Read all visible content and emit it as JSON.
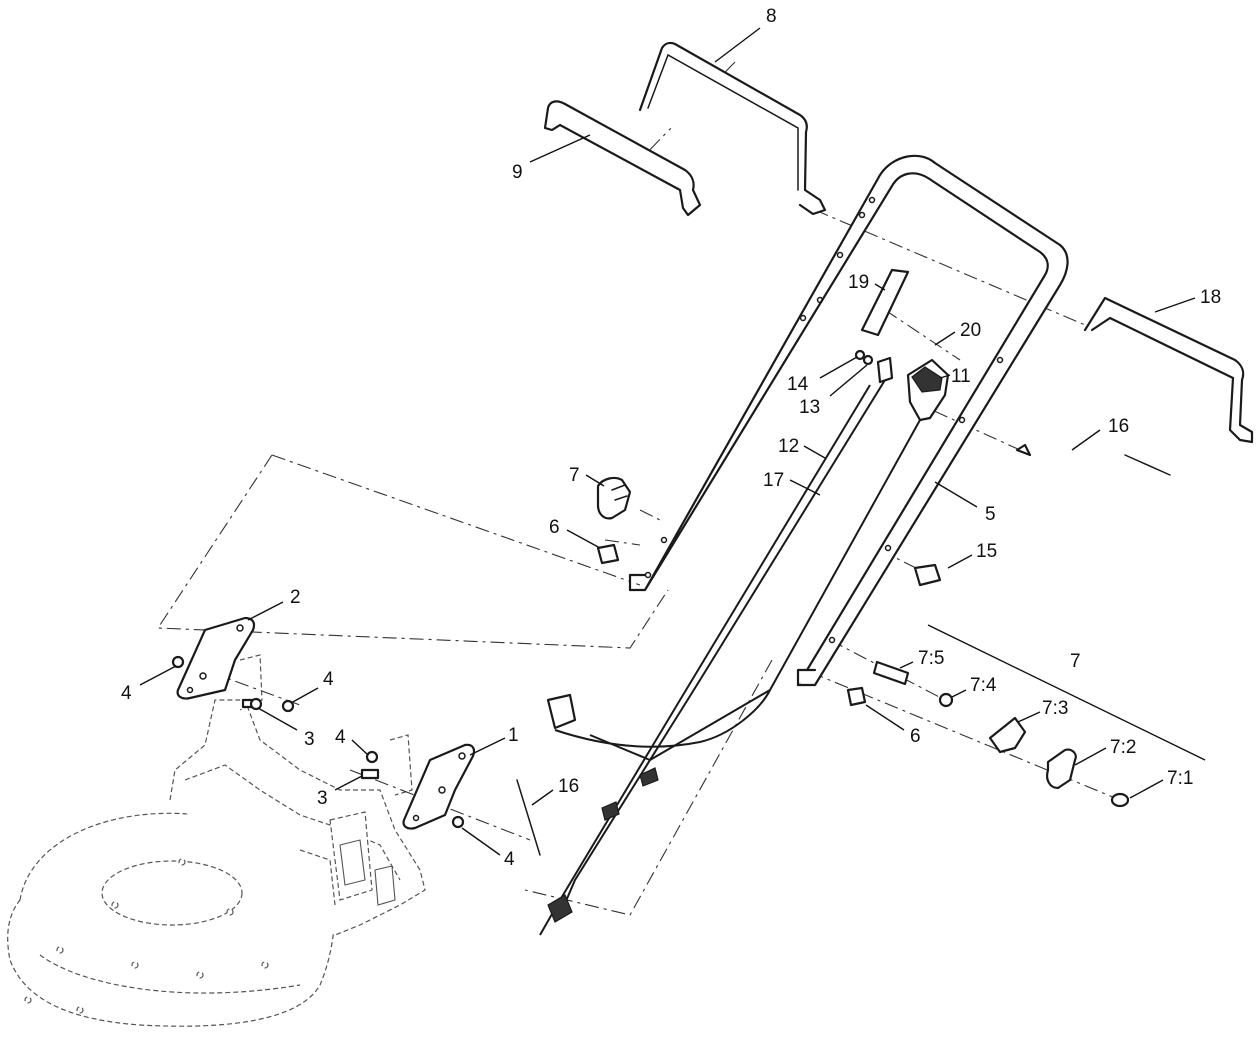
{
  "callouts": {
    "c1": "1",
    "c2": "2",
    "c3a": "3",
    "c3b": "3",
    "c4a": "4",
    "c4b": "4",
    "c4c": "4",
    "c4d": "4",
    "c5": "5",
    "c6a": "6",
    "c6b": "6",
    "c7a": "7",
    "c7b": "7",
    "c7_1": "7:1",
    "c7_2": "7:2",
    "c7_3": "7:3",
    "c7_4": "7:4",
    "c7_5": "7:5",
    "c8": "8",
    "c9": "9",
    "c11": "11",
    "c12": "12",
    "c13": "13",
    "c14": "14",
    "c15": "15",
    "c16a": "16",
    "c16b": "16",
    "c17": "17",
    "c18": "18",
    "c19": "19",
    "c20": "20"
  }
}
